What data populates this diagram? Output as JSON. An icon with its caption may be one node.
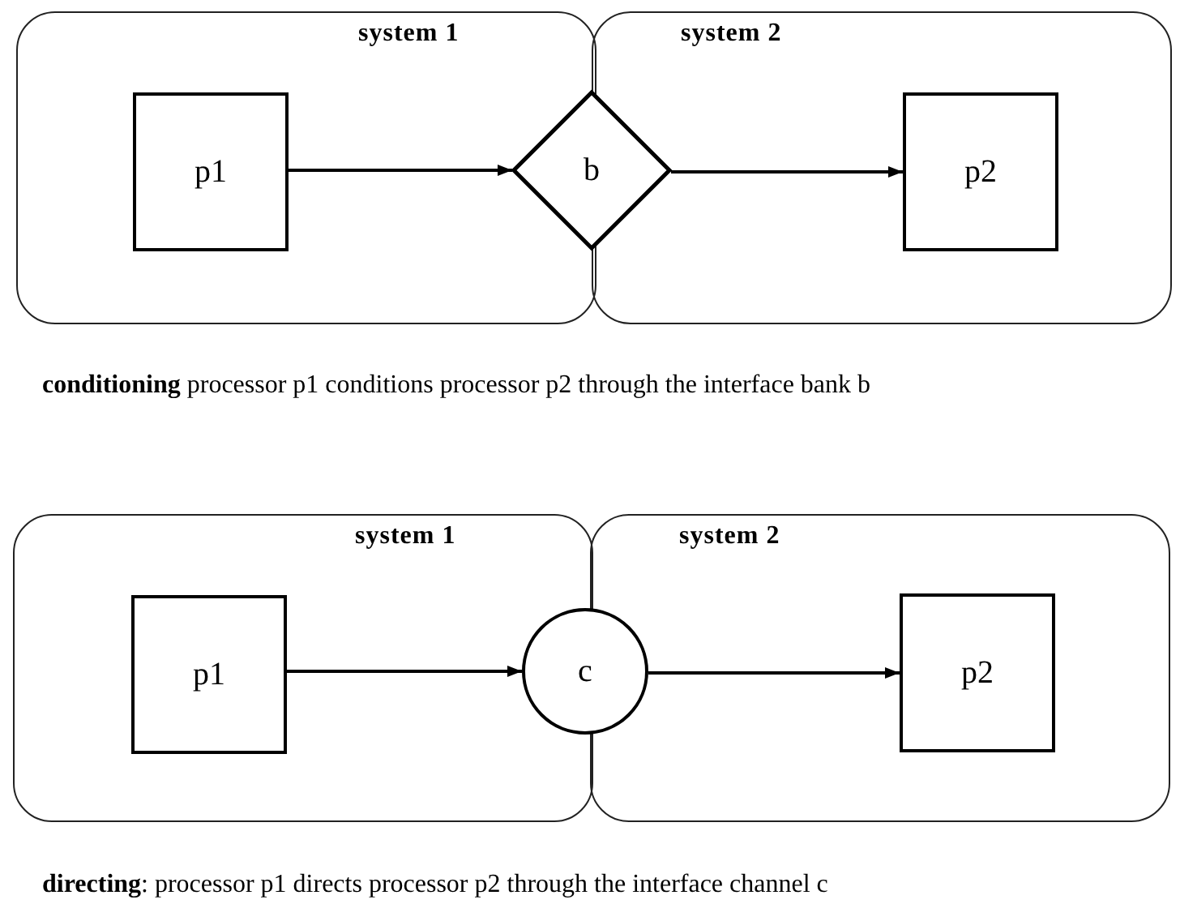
{
  "diagram": {
    "nodes": [
      {
        "text": [
          "system 1"
        ]
      },
      {
        "text": [
          "system 2"
        ]
      },
      {
        "text": [
          "p1"
        ],
        "in": 0
      },
      {
        "text": [
          "b"
        ]
      },
      {
        "text": [
          "p2"
        ],
        "in": 1
      },
      {
        "text": [
          "system 1"
        ]
      },
      {
        "text": [
          "system 2"
        ]
      },
      {
        "text": [
          "p1"
        ],
        "in": 5
      },
      {
        "text": [
          "c"
        ]
      },
      {
        "text": [
          "p2"
        ],
        "in": 6
      }
    ],
    "edges": [
      {
        "from": 2,
        "to": 3,
        "arrow": "to"
      },
      {
        "from": 3,
        "to": 4,
        "arrow": "to"
      },
      {
        "from": 7,
        "to": 8,
        "arrow": "to"
      },
      {
        "from": 8,
        "to": 9,
        "arrow": "to"
      }
    ],
    "labels": [
      "**conditioning** processor p1 conditions processor p2 through the interface bank b",
      "**directing**: processor p1 directs processor p2 through the interface channel c"
    ]
  }
}
